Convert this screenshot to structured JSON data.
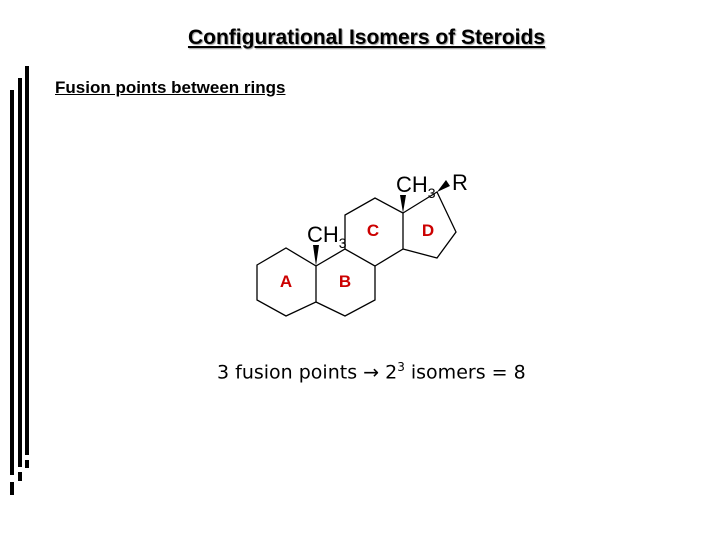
{
  "title": "Configurational Isomers of Steroids",
  "subtitle": "Fusion points between rings",
  "structure": {
    "ring_labels": [
      "A",
      "B",
      "C",
      "D"
    ],
    "ring_label_color": "#cc0000",
    "methyl_1": "CH",
    "methyl_1_sub": "3",
    "methyl_2": "CH",
    "methyl_2_sub": "3",
    "substituent": "R"
  },
  "caption": {
    "prefix": "3 fusion points ",
    "arrow": "→",
    "base": " 2",
    "exp": "3",
    "suffix": " isomers = 8"
  }
}
